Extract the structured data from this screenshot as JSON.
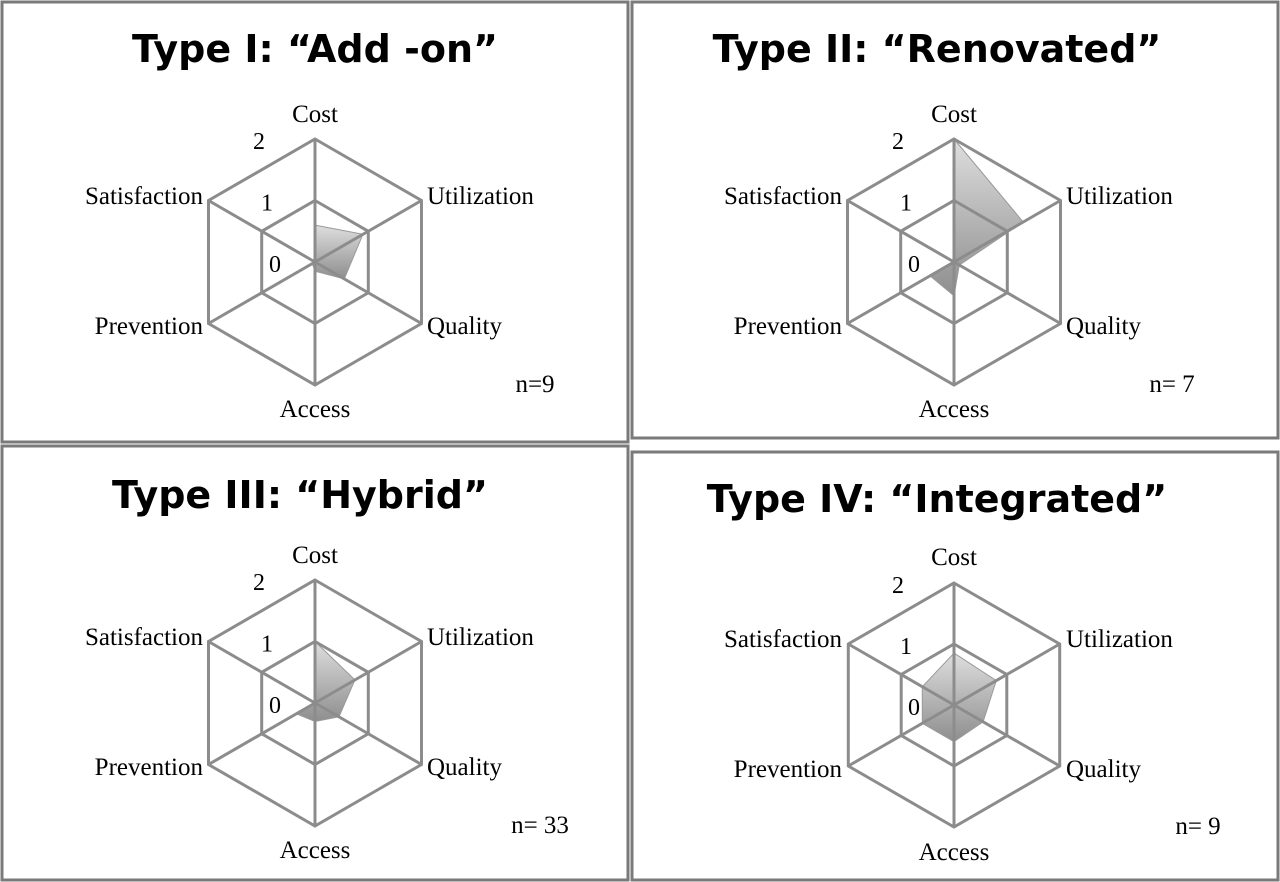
{
  "chart_data": [
    {
      "type": "radar",
      "title": "Type I: “Add  -on”",
      "axes": [
        "Cost",
        "Utilization",
        "Quality",
        "Access",
        "Prevention",
        "Satisfaction"
      ],
      "ticks": [
        "0",
        "1",
        "2"
      ],
      "rlim": [
        0,
        2
      ],
      "values": [
        0.6,
        0.9,
        0.55,
        0.15,
        0.05,
        0.0
      ],
      "annotation": "n=9"
    },
    {
      "type": "radar",
      "title": "Type II: “Renovated”",
      "axes": [
        "Cost",
        "Utilization",
        "Quality",
        "Access",
        "Prevention",
        "Satisfaction"
      ],
      "ticks": [
        "0",
        "1",
        "2"
      ],
      "rlim": [
        0,
        2
      ],
      "values": [
        2.0,
        1.3,
        0.1,
        0.55,
        0.45,
        0.0
      ],
      "annotation": "n= 7"
    },
    {
      "type": "radar",
      "title": "Type III: “Hybrid”",
      "axes": [
        "Cost",
        "Utilization",
        "Quality",
        "Access",
        "Prevention",
        "Satisfaction"
      ],
      "ticks": [
        "0",
        "1",
        "2"
      ],
      "rlim": [
        0,
        2
      ],
      "values": [
        1.0,
        0.75,
        0.45,
        0.3,
        0.35,
        0.0
      ],
      "annotation": "n= 33"
    },
    {
      "type": "radar",
      "title": "Type IV: “Integrated”",
      "axes": [
        "Cost",
        "Utilization",
        "Quality",
        "Access",
        "Prevention",
        "Satisfaction"
      ],
      "ticks": [
        "0",
        "1",
        "2"
      ],
      "rlim": [
        0,
        2
      ],
      "values": [
        0.85,
        0.8,
        0.55,
        0.6,
        0.6,
        0.6
      ],
      "annotation": "n= 9"
    }
  ]
}
